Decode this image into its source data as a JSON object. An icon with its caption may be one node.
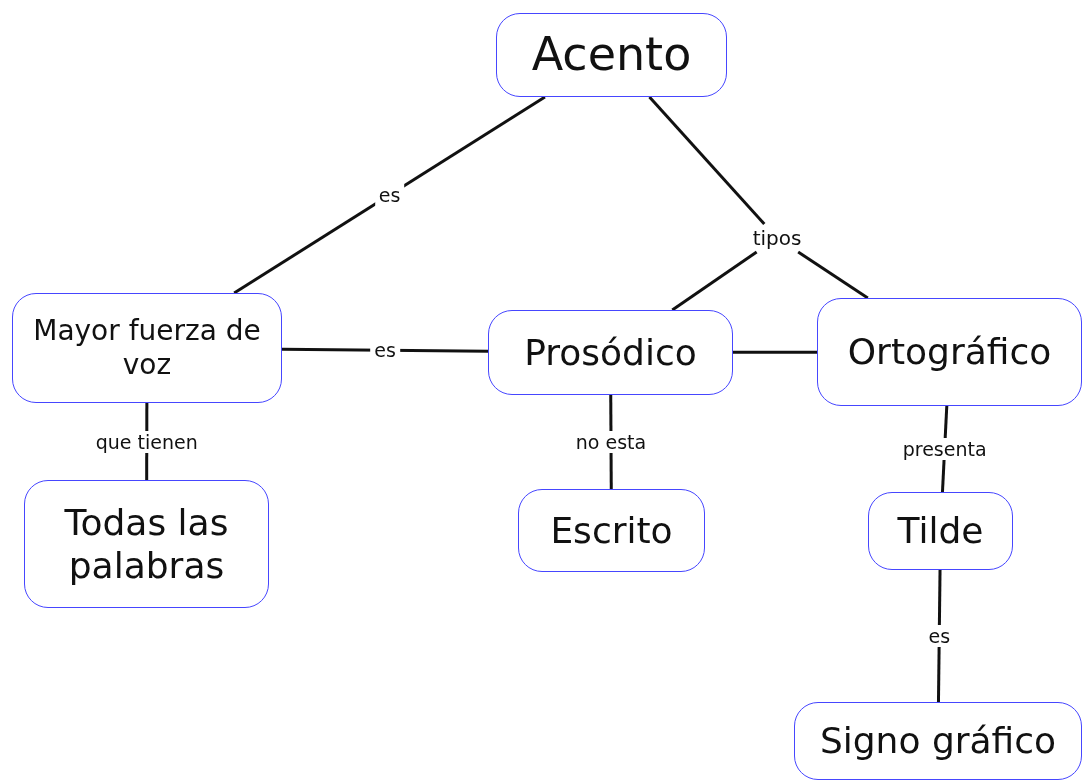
{
  "diagram": {
    "nodes": [
      {
        "text": [
          "Acento"
        ]
      },
      {
        "text": [
          "Mayor fuerza de voz"
        ]
      },
      {
        "text": [
          "Prosódico"
        ]
      },
      {
        "text": [
          "Ortográfico"
        ]
      },
      {
        "text": [
          "Todas las palabras"
        ]
      },
      {
        "text": [
          "Escrito"
        ]
      },
      {
        "text": [
          "Tilde"
        ]
      },
      {
        "text": [
          "Signo gráfico"
        ]
      },
      {
        "text": [
          "tipos"
        ]
      }
    ],
    "edges": [
      {
        "from": 0,
        "to": 1,
        "arrow": "none",
        "label": "es"
      },
      {
        "from": 0,
        "to": 8,
        "arrow": "none"
      },
      {
        "from": 8,
        "to": 2,
        "arrow": "none"
      },
      {
        "from": 8,
        "to": 3,
        "arrow": "none"
      },
      {
        "from": 1,
        "to": 2,
        "arrow": "none",
        "label": "es"
      },
      {
        "from": 2,
        "to": 3,
        "arrow": "none"
      },
      {
        "from": 1,
        "to": 4,
        "arrow": "none",
        "label": "que tienen"
      },
      {
        "from": 2,
        "to": 5,
        "arrow": "none",
        "label": "no esta"
      },
      {
        "from": 3,
        "to": 6,
        "arrow": "none",
        "label": "presenta"
      },
      {
        "from": 6,
        "to": 7,
        "arrow": "none",
        "label": "es"
      }
    ]
  }
}
